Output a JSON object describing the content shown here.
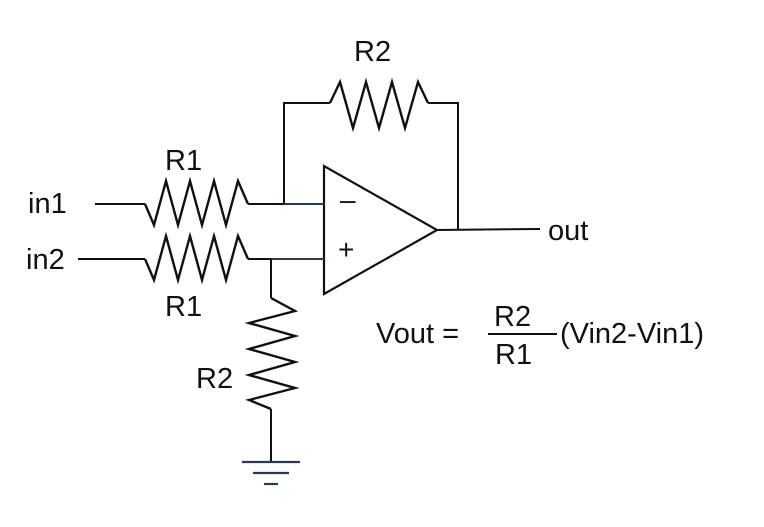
{
  "labels": {
    "feedback_resistor": "R2",
    "input1_resistor": "R1",
    "input2_resistor": "R1",
    "ground_resistor": "R2",
    "input1": "in1",
    "input2": "in2",
    "output": "out"
  },
  "opamp": {
    "inverting_sign": "–",
    "noninverting_sign": "+"
  },
  "formula": {
    "lhs": "Vout =",
    "numerator": "R2",
    "denominator": "R1",
    "rhs": "(Vin2-Vin1)"
  },
  "colors": {
    "wire": "#111111",
    "input_wire": "#2a3a55"
  }
}
